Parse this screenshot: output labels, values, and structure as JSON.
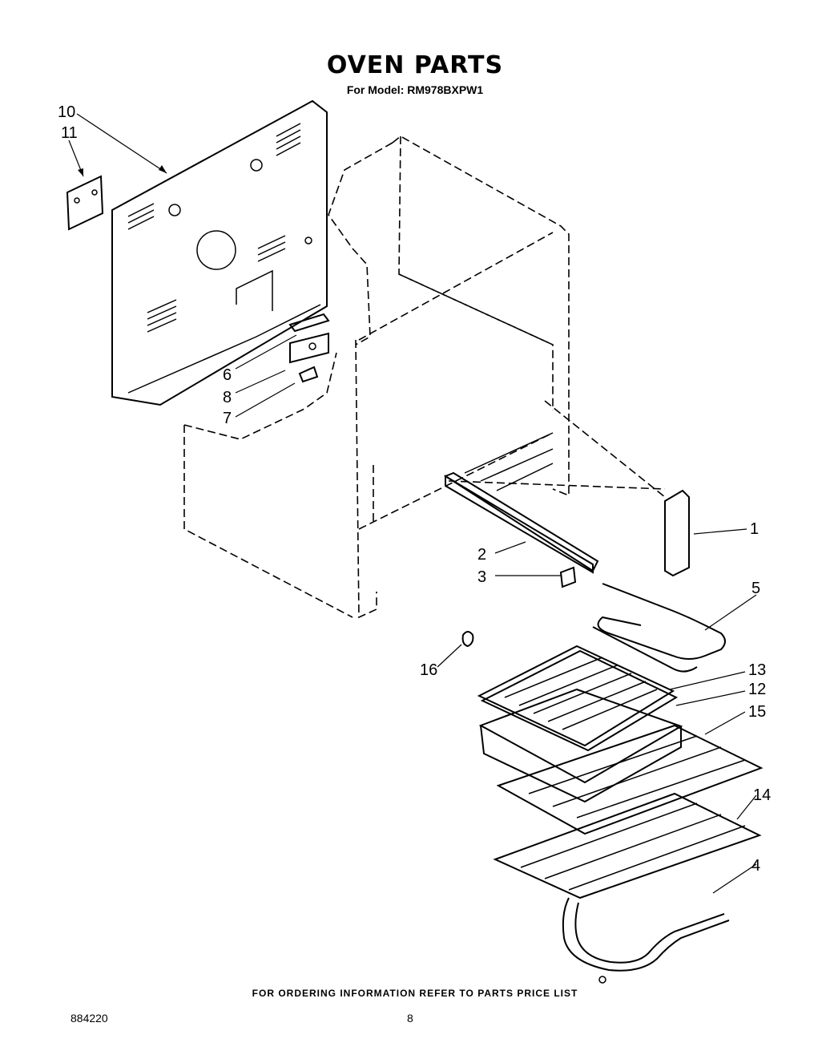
{
  "header": {
    "title": "OVEN PARTS",
    "model_line": "For Model: RM978BXPW1"
  },
  "callouts": [
    {
      "id": "10",
      "label": "10"
    },
    {
      "id": "11",
      "label": "11"
    },
    {
      "id": "6",
      "label": "6"
    },
    {
      "id": "8",
      "label": "8"
    },
    {
      "id": "7",
      "label": "7"
    },
    {
      "id": "1",
      "label": "1"
    },
    {
      "id": "2",
      "label": "2"
    },
    {
      "id": "3",
      "label": "3"
    },
    {
      "id": "5",
      "label": "5"
    },
    {
      "id": "16",
      "label": "16"
    },
    {
      "id": "13",
      "label": "13"
    },
    {
      "id": "12",
      "label": "12"
    },
    {
      "id": "15",
      "label": "15"
    },
    {
      "id": "14",
      "label": "14"
    },
    {
      "id": "4",
      "label": "4"
    }
  ],
  "footer": {
    "ordering_note": "FOR ORDERING INFORMATION REFER TO PARTS PRICE LIST",
    "document_number": "884220",
    "page_number": "8"
  }
}
